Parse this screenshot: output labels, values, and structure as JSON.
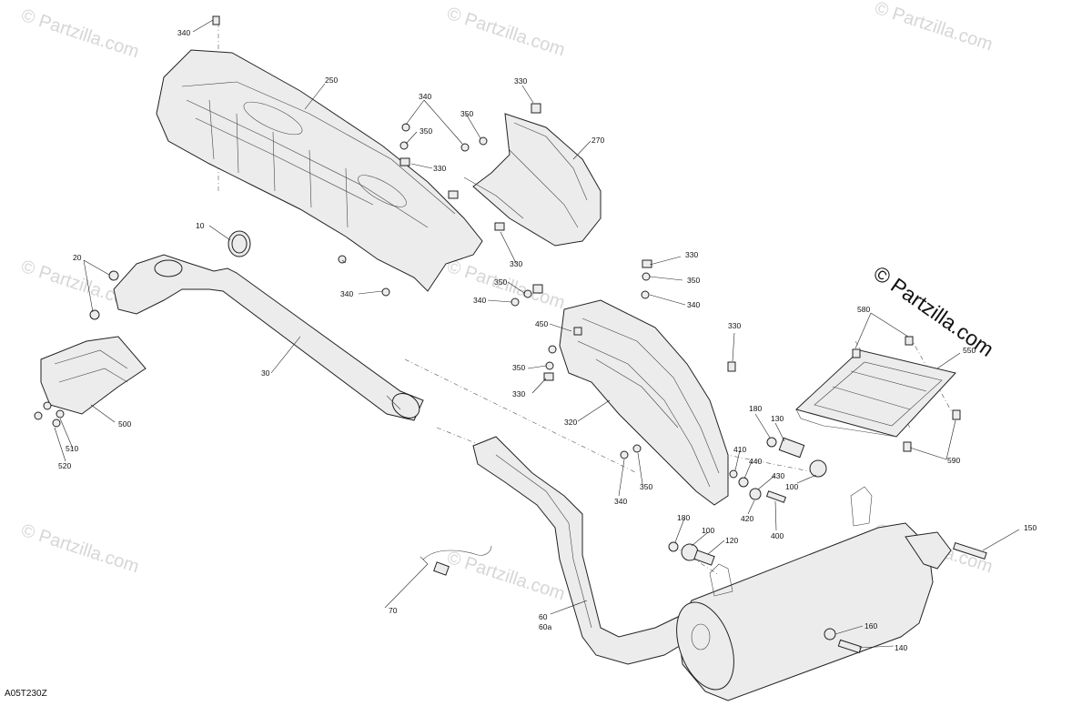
{
  "watermark": "© Partzilla.com",
  "brand_mark": "© Partzilla.com",
  "drawing_code": "A05T230Z",
  "callouts": {
    "c10": "10",
    "c20": "20",
    "c30": "30",
    "c60": "60",
    "c60a": "60a",
    "c70": "70",
    "c100a": "100",
    "c100b": "100",
    "c120": "120",
    "c130": "130",
    "c140": "140",
    "c150": "150",
    "c160": "160",
    "c180a": "180",
    "c180b": "180",
    "c250": "250",
    "c270": "270",
    "c320": "320",
    "c330a": "330",
    "c330b": "330",
    "c330c": "330",
    "c330d": "330",
    "c330e": "330",
    "c330f": "330",
    "c340a": "340",
    "c340b": "340",
    "c340c": "340",
    "c340d": "340",
    "c340e": "340",
    "c340f": "340",
    "c350a": "350",
    "c350b": "350",
    "c350c": "350",
    "c350d": "350",
    "c350e": "350",
    "c350f": "350",
    "c400": "400",
    "c410": "410",
    "c420": "420",
    "c430": "430",
    "c440": "440",
    "c450": "450",
    "c500": "500",
    "c510": "510",
    "c520": "520",
    "c550": "550",
    "c580": "580",
    "c590": "590"
  }
}
